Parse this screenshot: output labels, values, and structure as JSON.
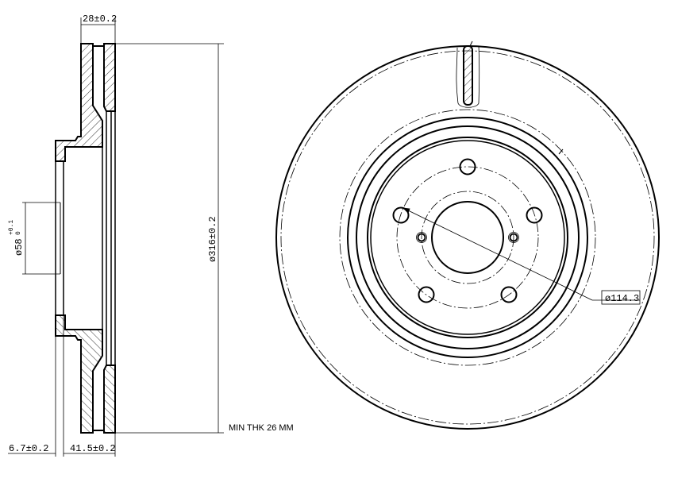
{
  "drawing": {
    "title_hidden": "",
    "dimensions": {
      "thickness": "28±0.2",
      "outer_diameter": "ø316±0.2",
      "center_bore": "ø58",
      "center_bore_tol_upper": "+0.1",
      "center_bore_tol_lower": "0",
      "hat_offset": "6.7±0.2",
      "hat_height": "41.5±0.2",
      "bolt_circle": "ø114.3",
      "min_thickness": "MIN THK 26 MM"
    },
    "bolt_holes": 5,
    "colors": {
      "line": "#000000",
      "background": "#ffffff"
    }
  }
}
